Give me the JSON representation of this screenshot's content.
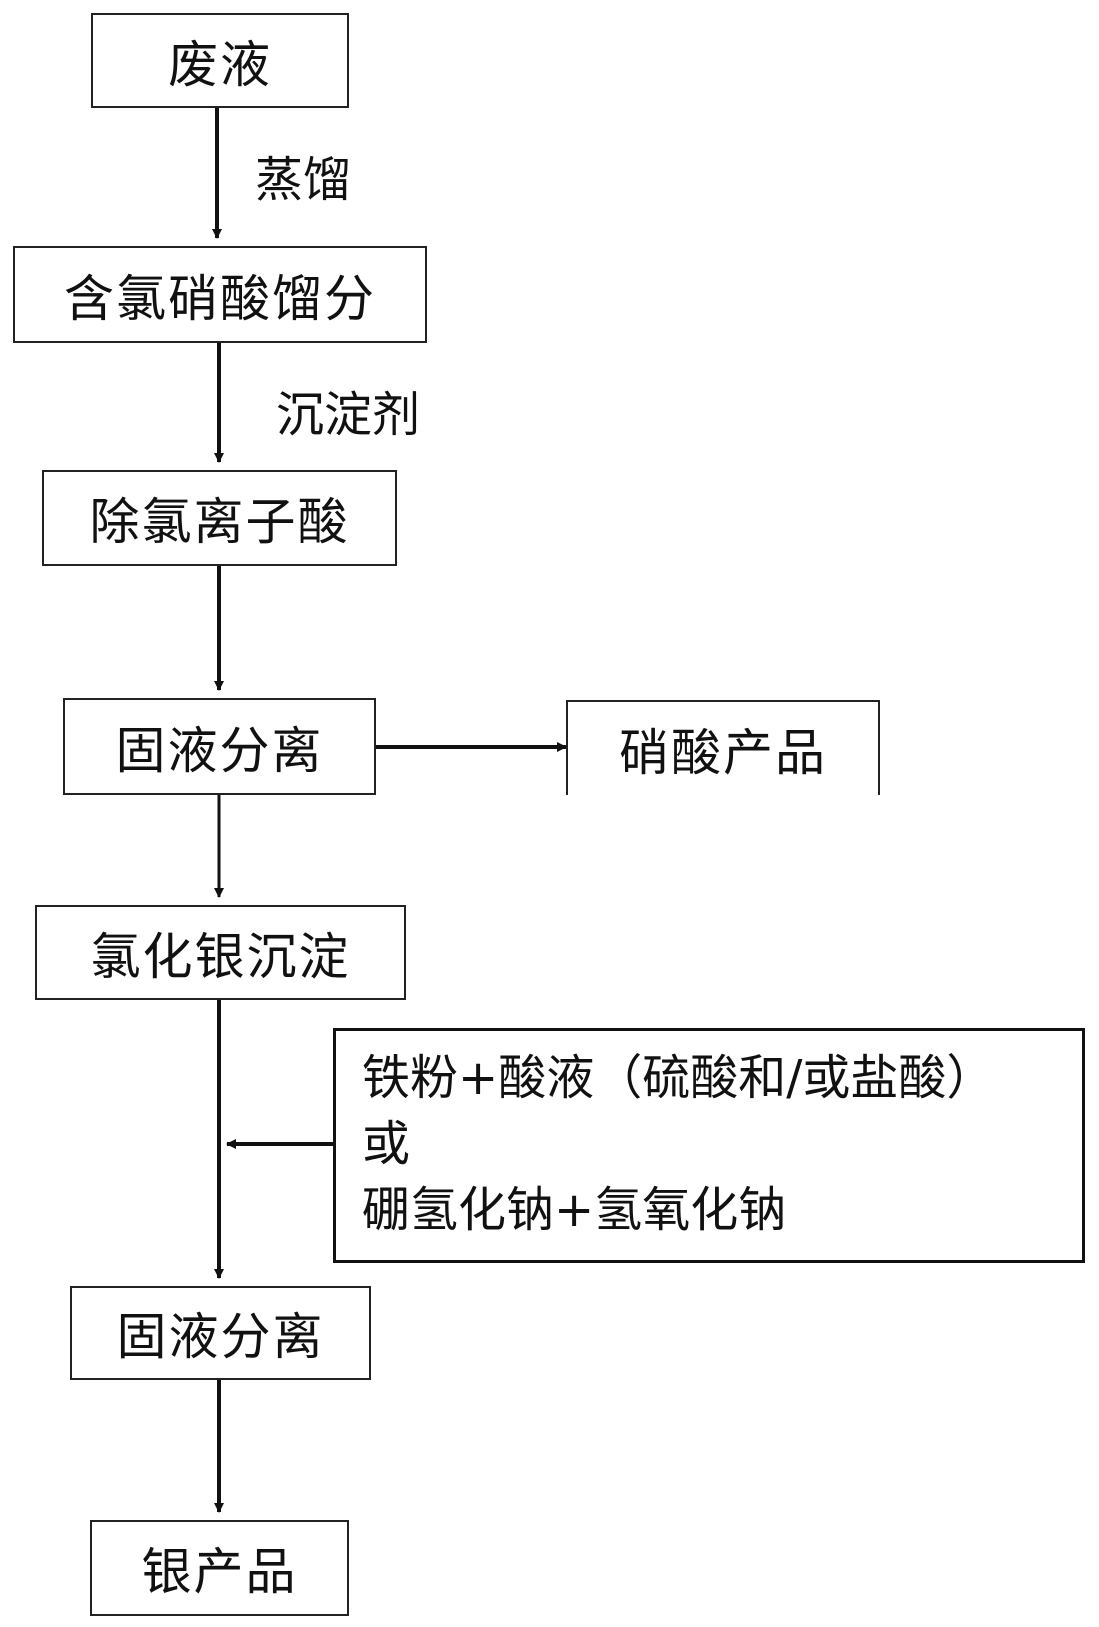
{
  "nodes": {
    "waste_liquid": "废液",
    "chlorine_nitric_fraction": "含氯硝酸馏分",
    "dechlorinated_acid": "除氯离子酸",
    "solid_liquid_sep_1": "固液分离",
    "nitric_acid_product": "硝酸产品",
    "silver_chloride_precipitate": "氯化银沉淀",
    "solid_liquid_sep_2": "固液分离",
    "silver_product": "银产品"
  },
  "edges": {
    "distillation": "蒸馏",
    "precipitant": "沉淀剂"
  },
  "reagent_box": {
    "line1": "铁粉+酸液（硫酸和/或盐酸）",
    "line2": "或",
    "line3": "硼氢化钠+氢氧化钠"
  }
}
